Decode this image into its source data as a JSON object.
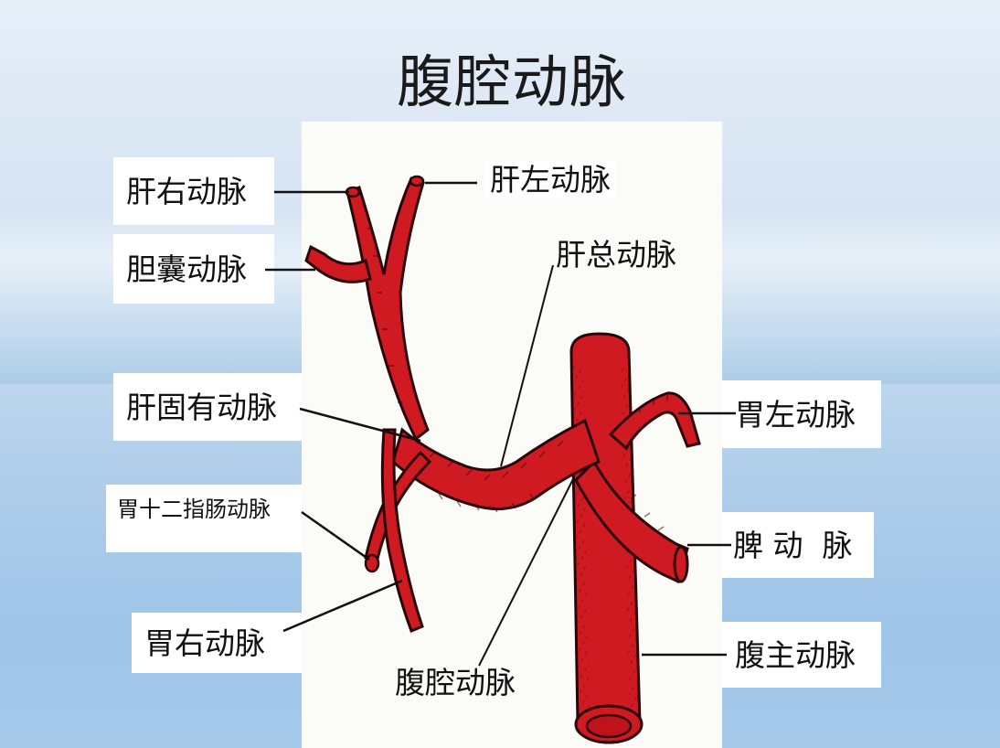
{
  "slide": {
    "title": "腹腔动脉",
    "colors": {
      "artery_fill": "#d01a22",
      "artery_outline": "#3a0a0c",
      "panel_bg": "#fbfbf8",
      "label_bg": "#ffffff",
      "text": "#111111",
      "background_top": "#e6eef8",
      "background_bottom": "#9ec4e8"
    }
  },
  "labels": {
    "right_hepatic": "肝右动脉",
    "cystic": "胆囊动脉",
    "proper_hepatic": "肝固有动脉",
    "gastroduodenal": "胃十二指肠动脉",
    "right_gastric": "胃右动脉",
    "left_hepatic": "肝左动脉",
    "common_hepatic": "肝总动脉",
    "left_gastric": "胃左动脉",
    "splenic": "脾 动  脉",
    "abdominal_aorta": "腹主动脉",
    "celiac_trunk": "腹腔动脉"
  }
}
